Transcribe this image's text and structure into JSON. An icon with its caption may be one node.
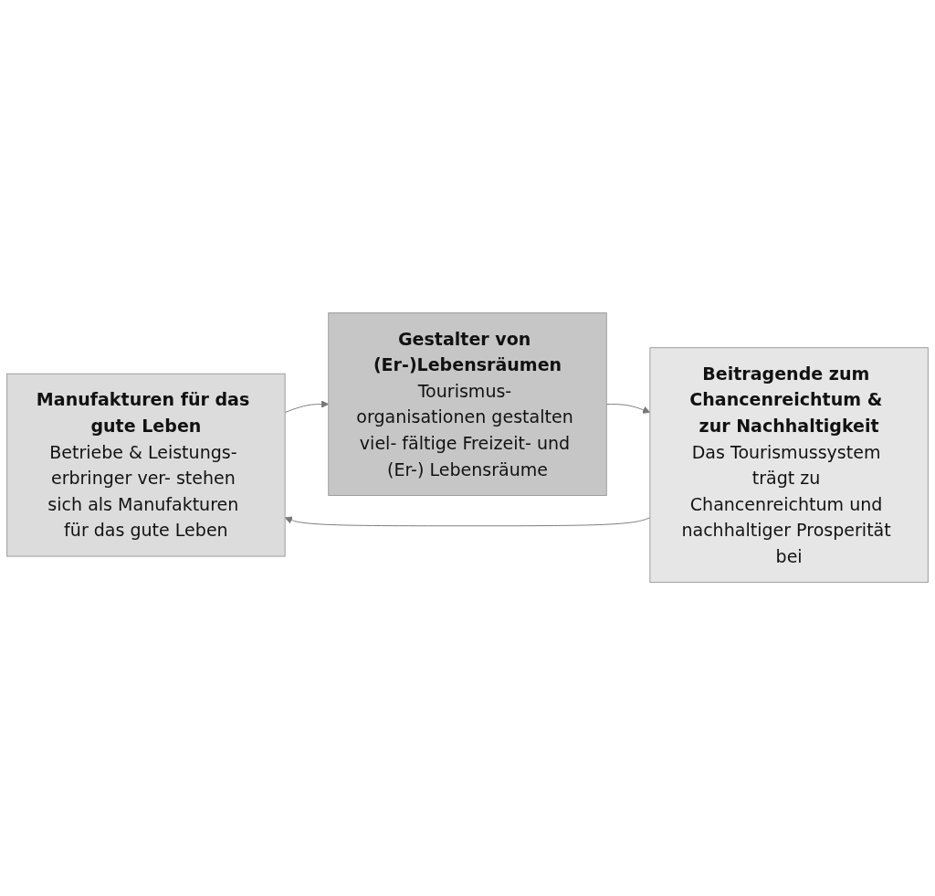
{
  "diagram": {
    "nodes": [
      {
        "text": [
          "Manufakturen für das gute Leben",
          "Betriebe & Leistungs- erbringer ver- stehen sich als Manufakturen für das gute Leben"
        ]
      },
      {
        "text": [
          "Gestalter von (Er-)Lebensräumen",
          "Tourismus- organisationen gestalten viel- fältige Freizeit- und (Er-) Lebensräume"
        ]
      },
      {
        "text": [
          "Beitragende zum Chancenreichtum & zur Nachhaltigkeit",
          "Das Tourismussystem trägt zu Chancenreichtum und nachhaltiger Prosperität bei"
        ]
      }
    ],
    "edges": [
      {
        "from": 0,
        "to": 1,
        "arrow": "to"
      },
      {
        "from": 1,
        "to": 2,
        "arrow": "to"
      },
      {
        "from": 2,
        "to": 0,
        "arrow": "to"
      }
    ]
  }
}
